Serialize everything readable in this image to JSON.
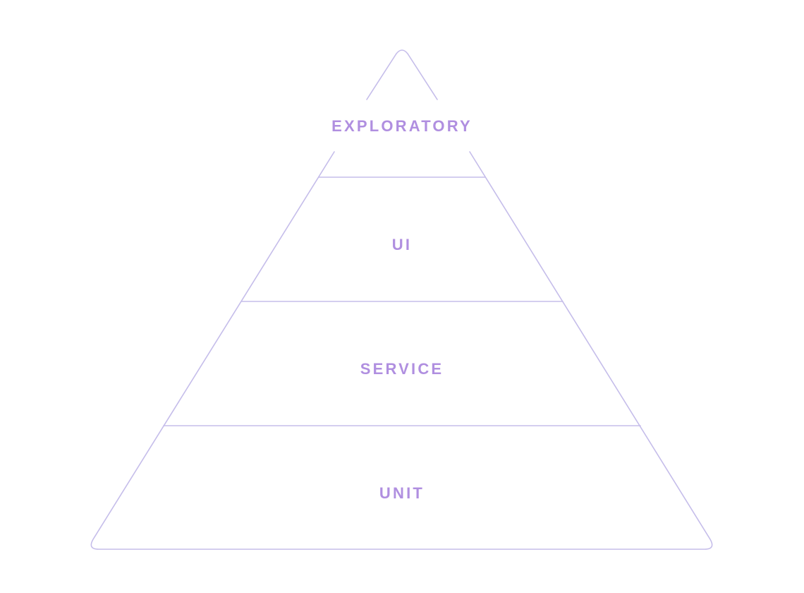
{
  "colors": {
    "stroke": "#c5bdea",
    "label": "#b08fe0",
    "background": "#ffffff"
  },
  "pyramid": {
    "tiers": [
      {
        "id": "exploratory",
        "label": "EXPLORATORY"
      },
      {
        "id": "ui",
        "label": "UI"
      },
      {
        "id": "service",
        "label": "SERVICE"
      },
      {
        "id": "unit",
        "label": "UNIT"
      }
    ]
  }
}
